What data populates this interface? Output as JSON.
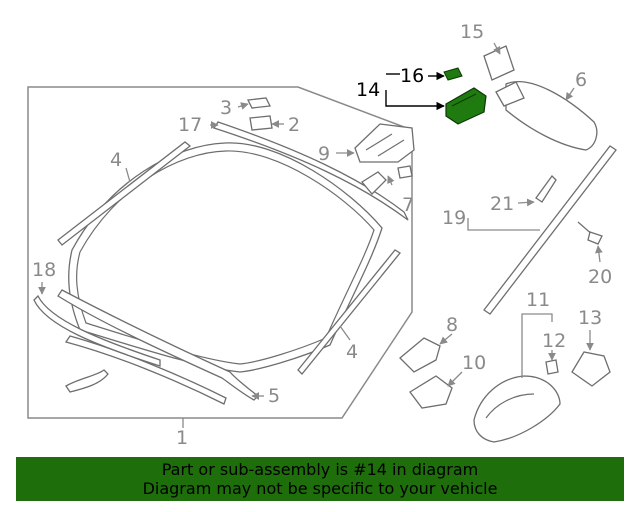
{
  "colors": {
    "highlight_part": "#1f7a10",
    "banner_background": "#1e6e0c",
    "callout_gray": "#8a8a8a",
    "callout_highlight": "#000000"
  },
  "callouts": {
    "c1": "1",
    "c2": "2",
    "c3": "3",
    "c4_top": "4",
    "c4_bottom": "4",
    "c5": "5",
    "c6": "6",
    "c7": "7",
    "c8": "8",
    "c9": "9",
    "c10": "10",
    "c11": "11",
    "c12": "12",
    "c13": "13",
    "c14": "14",
    "c15": "15",
    "c16": "16",
    "c17": "17",
    "c18": "18",
    "c19": "19",
    "c20": "20",
    "c21": "21"
  },
  "highlighted_parts": [
    "14",
    "16"
  ],
  "banner": {
    "line1": "Part or sub-assembly is #14 in diagram",
    "line2": "Diagram may not be specific to your vehicle"
  }
}
